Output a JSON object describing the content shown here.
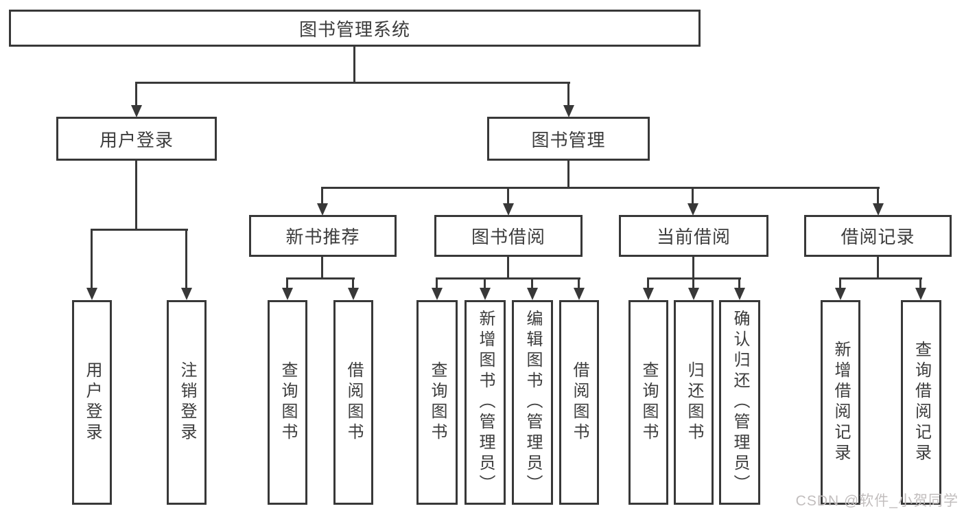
{
  "tree": {
    "root": {
      "label": "图书管理系统",
      "children": [
        {
          "label": "用户登录",
          "children": [
            {
              "label": "用户登录"
            },
            {
              "label": "注销登录"
            }
          ]
        },
        {
          "label": "图书管理",
          "children": [
            {
              "label": "新书推荐",
              "children": [
                {
                  "label": "查询图书"
                },
                {
                  "label": "借阅图书"
                }
              ]
            },
            {
              "label": "图书借阅",
              "children": [
                {
                  "label": "查询图书"
                },
                {
                  "label": "新增图书（管理员）"
                },
                {
                  "label": "编辑图书（管理员）"
                },
                {
                  "label": "借阅图书"
                }
              ]
            },
            {
              "label": "当前借阅",
              "children": [
                {
                  "label": "查询图书"
                },
                {
                  "label": "归还图书"
                },
                {
                  "label": "确认归还（管理员）"
                }
              ]
            },
            {
              "label": "借阅记录",
              "children": [
                {
                  "label": "新增借阅记录"
                },
                {
                  "label": "查询借阅记录"
                }
              ]
            }
          ]
        }
      ]
    }
  },
  "watermark": {
    "text": "CSDN @软件_小贺同学"
  },
  "colors": {
    "line": "#383838",
    "text": "#3c3c3c",
    "watermark": "#c2bebe",
    "background": "#ffffff"
  }
}
